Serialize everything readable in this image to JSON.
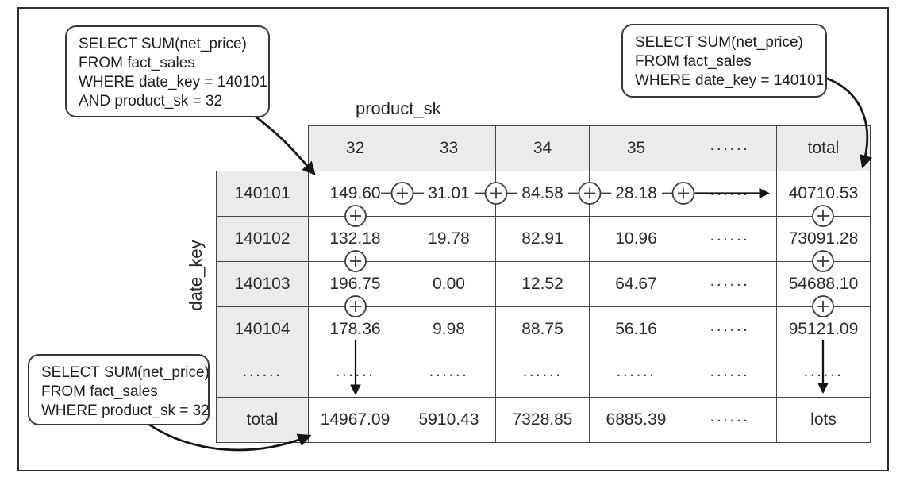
{
  "figure": {
    "callouts": {
      "top_left": {
        "lines": [
          "SELECT SUM(net_price)",
          "FROM fact_sales",
          "WHERE date_key = 140101",
          "AND product_sk = 32"
        ]
      },
      "top_right": {
        "lines": [
          "SELECT SUM(net_price)",
          "FROM fact_sales",
          "WHERE date_key = 140101"
        ]
      },
      "bottom_left": {
        "lines": [
          "SELECT SUM(net_price)",
          "FROM fact_sales",
          "WHERE product_sk = 32"
        ]
      }
    },
    "axis_labels": {
      "columns": "product_sk",
      "rows": "date_key"
    },
    "icons": {
      "plus_circle": "circled plus (aggregation)",
      "arrow": "sum-direction arrow"
    },
    "table": {
      "column_headers": [
        "32",
        "33",
        "34",
        "35",
        "......",
        "total"
      ],
      "rows": [
        {
          "header": "140101",
          "cells": [
            "149.60",
            "31.01",
            "84.58",
            "28.18",
            "......",
            "40710.53"
          ]
        },
        {
          "header": "140102",
          "cells": [
            "132.18",
            "19.78",
            "82.91",
            "10.96",
            "......",
            "73091.28"
          ]
        },
        {
          "header": "140103",
          "cells": [
            "196.75",
            "0.00",
            "12.52",
            "64.67",
            "......",
            "54688.10"
          ]
        },
        {
          "header": "140104",
          "cells": [
            "178.36",
            "9.98",
            "88.75",
            "56.16",
            "......",
            "95121.09"
          ]
        },
        {
          "header": "......",
          "cells": [
            "......",
            "......",
            "......",
            "......",
            "......",
            "......"
          ]
        },
        {
          "header": "total",
          "cells": [
            "14967.09",
            "5910.43",
            "7328.85",
            "6885.39",
            "......",
            "lots"
          ]
        }
      ]
    },
    "colors": {
      "header_fill": "#ebebeb",
      "grid_line": "#454545",
      "text": "#2b2b2b",
      "arrow": "#151515"
    }
  }
}
